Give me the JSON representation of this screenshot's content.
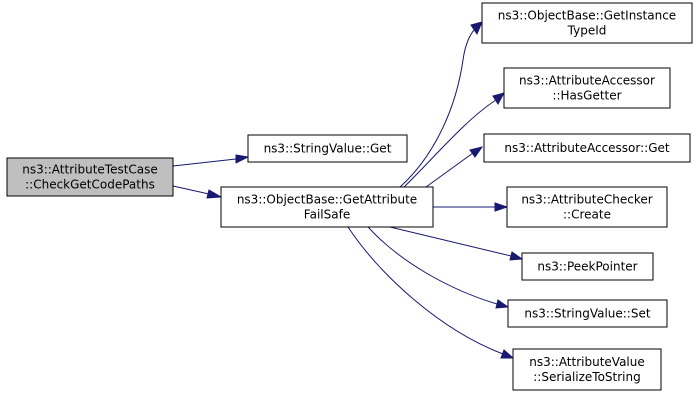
{
  "diagram": {
    "colors": {
      "root_fill": "#bfbfbf",
      "node_fill": "#ffffff",
      "node_stroke": "#000000",
      "edge": "#191970"
    },
    "nodes": [
      {
        "id": "check-get-code-paths",
        "lines": [
          "ns3::AttributeTestCase",
          "::CheckGetCodePaths"
        ],
        "root": true
      },
      {
        "id": "string-value-get",
        "lines": [
          "ns3::StringValue::Get"
        ]
      },
      {
        "id": "get-attribute-fail-safe",
        "lines": [
          "ns3::ObjectBase::GetAttribute",
          "FailSafe"
        ]
      },
      {
        "id": "get-instance-type-id",
        "lines": [
          "ns3::ObjectBase::GetInstance",
          "TypeId"
        ]
      },
      {
        "id": "has-getter",
        "lines": [
          "ns3::AttributeAccessor",
          "::HasGetter"
        ]
      },
      {
        "id": "attribute-accessor-get",
        "lines": [
          "ns3::AttributeAccessor::Get"
        ]
      },
      {
        "id": "attribute-checker-create",
        "lines": [
          "ns3::AttributeChecker",
          "::Create"
        ]
      },
      {
        "id": "peek-pointer",
        "lines": [
          "ns3::PeekPointer"
        ]
      },
      {
        "id": "string-value-set",
        "lines": [
          "ns3::StringValue::Set"
        ]
      },
      {
        "id": "serialize-to-string",
        "lines": [
          "ns3::AttributeValue",
          "::SerializeToString"
        ]
      }
    ],
    "edges": [
      {
        "from": "check-get-code-paths",
        "to": "string-value-get"
      },
      {
        "from": "check-get-code-paths",
        "to": "get-attribute-fail-safe"
      },
      {
        "from": "get-attribute-fail-safe",
        "to": "get-instance-type-id"
      },
      {
        "from": "get-attribute-fail-safe",
        "to": "has-getter"
      },
      {
        "from": "get-attribute-fail-safe",
        "to": "attribute-accessor-get"
      },
      {
        "from": "get-attribute-fail-safe",
        "to": "attribute-checker-create"
      },
      {
        "from": "get-attribute-fail-safe",
        "to": "peek-pointer"
      },
      {
        "from": "get-attribute-fail-safe",
        "to": "string-value-set"
      },
      {
        "from": "get-attribute-fail-safe",
        "to": "serialize-to-string"
      }
    ]
  }
}
